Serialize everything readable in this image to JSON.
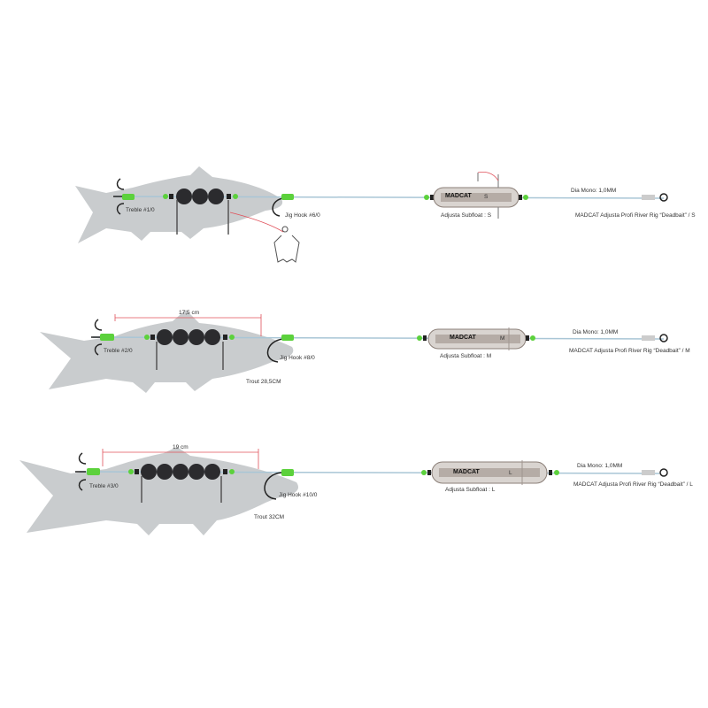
{
  "rigs": [
    {
      "size": "S",
      "treble": "Treble #1/0",
      "jig_hook": "Jig Hook #6/0",
      "float_label": "Adjusta Subfloat : S",
      "float_size": "S",
      "brand": "MADCAT",
      "mono": "Dia Mono: 1,0MM",
      "product": "MADCAT Adjusta Profi River Rig “Deadbait” / S",
      "beads": 3
    },
    {
      "size": "M",
      "treble": "Treble #2/0",
      "jig_hook": "Jig Hook #8/0",
      "float_label": "Adjusta Subfloat : M",
      "float_size": "M",
      "brand": "MADCAT",
      "mono": "Dia Mono: 1,0MM",
      "product": "MADCAT Adjusta Profi River Rig “Deadbait” / M",
      "measure": "17,5 cm",
      "fish": "Trout 28,5CM",
      "beads": 4
    },
    {
      "size": "L",
      "treble": "Treble #3/0",
      "jig_hook": "Jig Hook #10/0",
      "float_label": "Adjusta Subfloat : L",
      "float_size": "L",
      "brand": "MADCAT",
      "mono": "Dia Mono: 1,0MM",
      "product": "MADCAT Adjusta Profi River Rig “Deadbait” / L",
      "measure": "19 cm",
      "fish": "Trout 32CM",
      "beads": 5
    }
  ],
  "colors": {
    "fish": "#c9ccce",
    "line": "#a9c6d6",
    "green": "#5cd13c",
    "bead": "#2b2b2e",
    "measure": "#e0505a",
    "float": "#d9d4d0"
  }
}
